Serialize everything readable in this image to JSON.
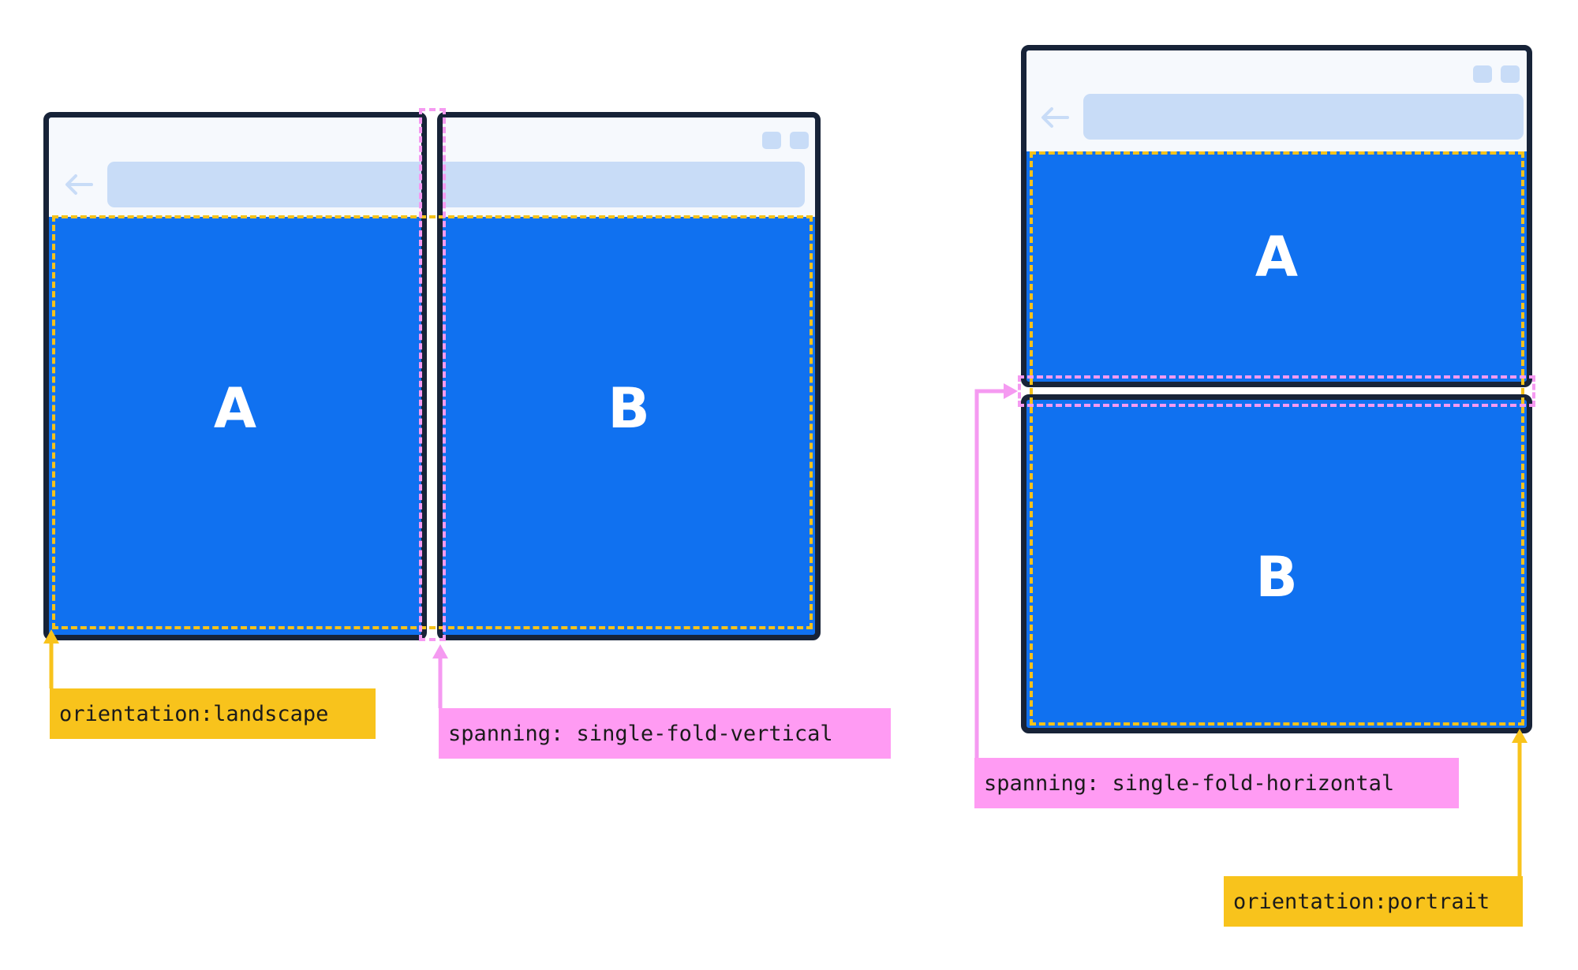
{
  "landscape_device": {
    "pane_a_label": "A",
    "pane_b_label": "B",
    "orientation_label": "orientation:landscape",
    "spanning_label": "spanning: single-fold-vertical"
  },
  "portrait_device": {
    "pane_a_label": "A",
    "pane_b_label": "B",
    "spanning_label": "spanning: single-fold-horizontal",
    "orientation_label": "orientation:portrait"
  },
  "colors": {
    "pane_blue": "#1071f0",
    "frame_navy": "#172338",
    "orientation_yellow": "#f8c31c",
    "spanning_pink": "#ff9bf3",
    "urlbar": "#c8dcf7"
  },
  "icons": [
    "back-arrow-icon",
    "window-button-icon"
  ]
}
